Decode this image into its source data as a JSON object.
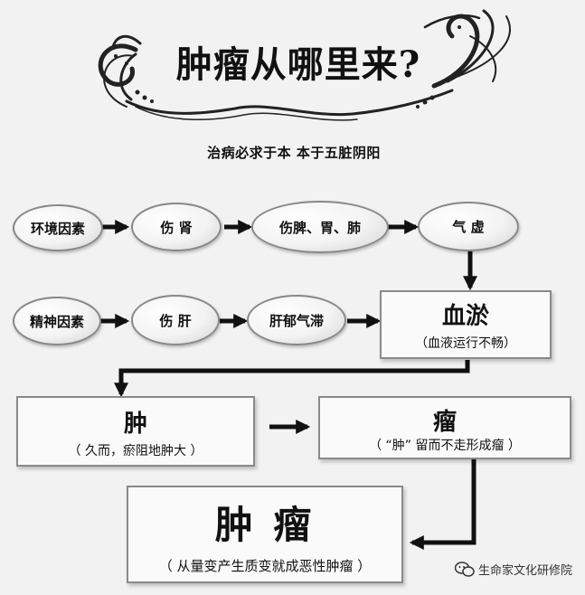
{
  "header": {
    "title": "肿瘤从哪里来?",
    "subtitle": "治病必求于本    本于五脏阴阳"
  },
  "row1": [
    "环境因素",
    "伤 肾",
    "伤脾、胃、肺",
    "气 虚"
  ],
  "row2": [
    "精神因素",
    "伤 肝",
    "肝郁气滞"
  ],
  "boxes": {
    "xueyu": {
      "title": "血淤",
      "note": "（血液运行不畅）"
    },
    "zhong": {
      "title": "肿",
      "note": "（ 久而，瘀阻地肿大 ）"
    },
    "liu": {
      "title": "瘤",
      "note": "（ “肿” 留而不走形成瘤 ）"
    },
    "zhongliu": {
      "title": "肿 瘤",
      "note": "（ 从量变产生质变就成恶性肿瘤 ）"
    }
  },
  "watermark": "生命家文化研修院",
  "colors": {
    "arrow": "#111111",
    "border": "#8a8a8a",
    "background": "#f2f2f2"
  }
}
